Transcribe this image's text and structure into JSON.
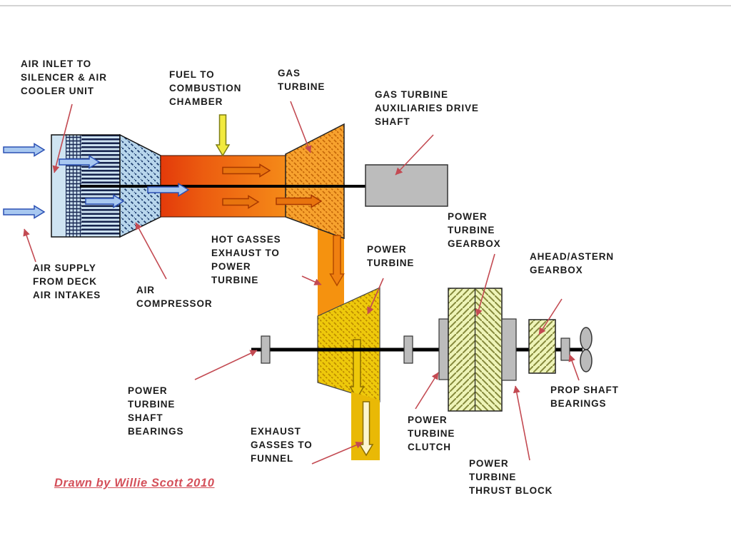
{
  "labels": {
    "air_inlet": "AIR INLET TO\nSILENCER & AIR\nCOOLER UNIT",
    "fuel": "FUEL TO\nCOMBUSTION\nCHAMBER",
    "gas_turbine": "GAS\nTURBINE",
    "aux_drive": "GAS TURBINE\nAUXILIARIES DRIVE\nSHAFT",
    "air_supply": "AIR SUPPLY\nFROM DECK\nAIR INTAKES",
    "air_compressor": "AIR\nCOMPRESSOR",
    "hot_gasses": "HOT GASSES\nEXHAUST TO\nPOWER\nTURBINE",
    "power_turbine": "POWER\nTURBINE",
    "pt_gearbox": "POWER\nTURBINE\nGEARBOX",
    "ahead_astern": "AHEAD/ASTERN\nGEARBOX",
    "pt_shaft_bearings": "POWER\nTURBINE\nSHAFT\nBEARINGS",
    "exhaust": "EXHAUST\nGASSES TO\nFUNNEL",
    "pt_clutch": "POWER\nTURBINE\nCLUTCH",
    "pt_thrust": "POWER\nTURBINE\nTHRUST BLOCK",
    "prop_bearings": "PROP SHAFT\nBEARINGS",
    "signature": "Drawn by Willie Scott 2010"
  },
  "colors": {
    "signature": "#d4505a",
    "pointer_red": "#c34a52",
    "duct_red": "#e33a0a",
    "duct_orange": "#f58a18",
    "vertical_duct_orange": "#f5920f",
    "turbine_orange": "#f7a22e",
    "power_turbine_gold": "#eec90b",
    "exhaust_gold": "#e9b906",
    "gearbox_green": "#eef4b8",
    "machine_gray": "#bcbcbc",
    "air_blue_fill": "#a8c8f0",
    "air_blue_edge": "#2b50b4",
    "fuel_yellow": "#f2ea3e",
    "silencer_blue": "#cfe4f2",
    "hatch_navy": "#1c3c6e",
    "shaft_black": "#000000"
  }
}
